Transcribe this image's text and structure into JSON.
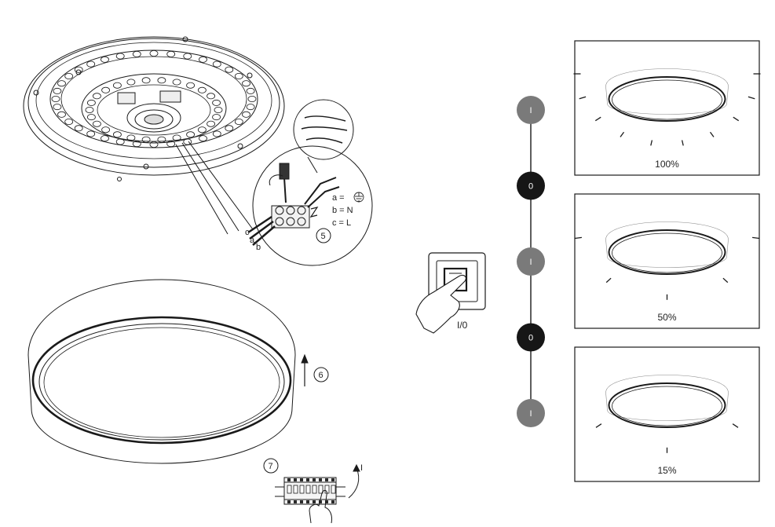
{
  "wiring_legend": {
    "a": "a =",
    "b": "b = N",
    "c": "c = L",
    "ground_icon": "earth-ground-icon"
  },
  "wire_letters": {
    "c": "c",
    "a": "a",
    "b": "b"
  },
  "steps": {
    "five": "5",
    "six": "6",
    "seven": "7"
  },
  "switch": {
    "label": "I/0"
  },
  "terminal_arrow_label": "I",
  "sequence": [
    {
      "label": "I",
      "state": "on"
    },
    {
      "label": "0",
      "state": "off"
    },
    {
      "label": "I",
      "state": "on"
    },
    {
      "label": "0",
      "state": "off"
    },
    {
      "label": "I",
      "state": "on"
    }
  ],
  "dimming": [
    {
      "percent": "100%",
      "level": 1.0
    },
    {
      "percent": "50%",
      "level": 0.5
    },
    {
      "percent": "15%",
      "level": 0.15
    }
  ],
  "colors": {
    "on_node": "#7a7a7a",
    "off_node": "#161616",
    "line": "#1a1a1a"
  }
}
